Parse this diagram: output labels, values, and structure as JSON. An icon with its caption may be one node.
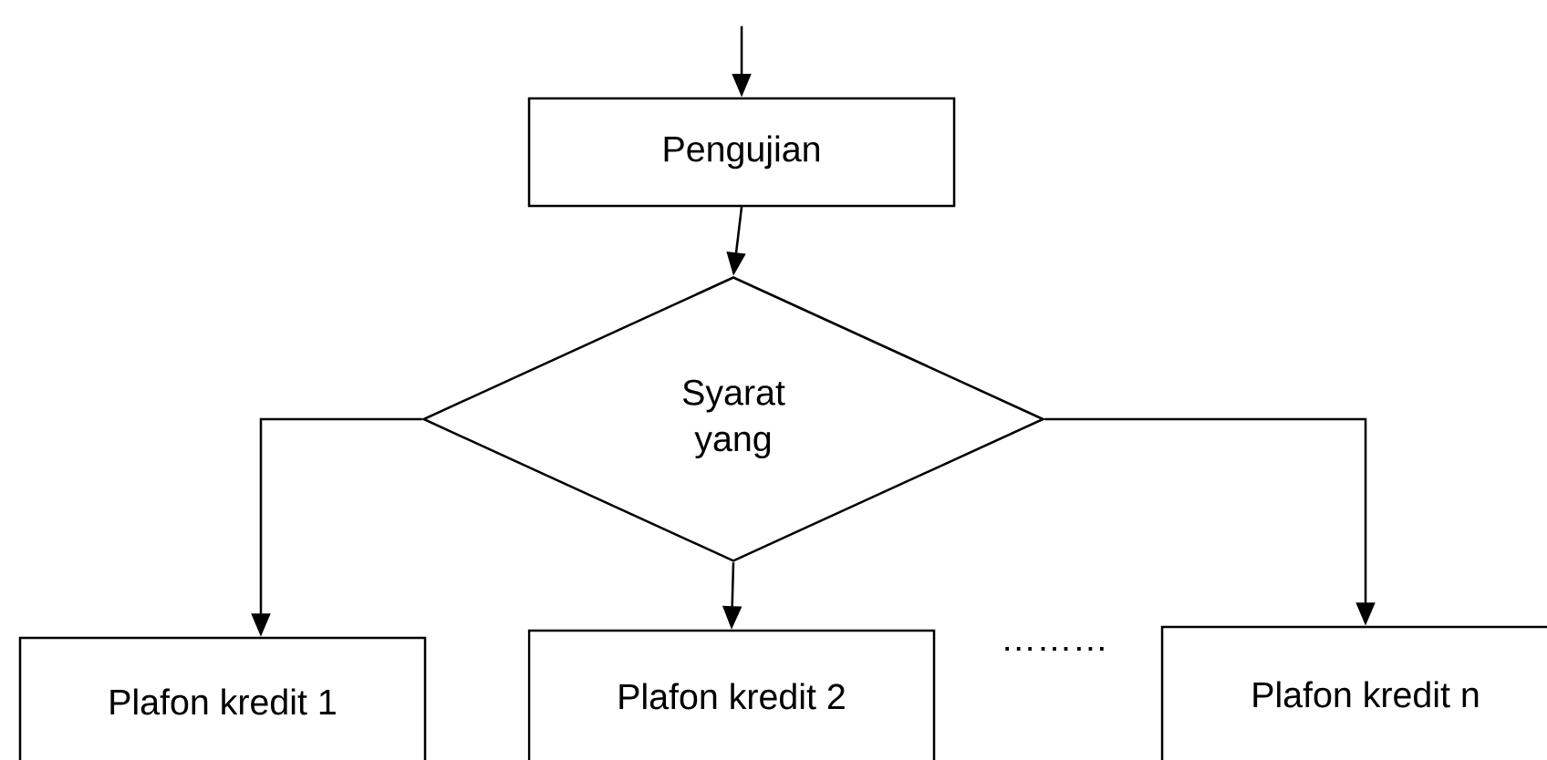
{
  "diagram": {
    "nodes": [
      {
        "text": [
          "Pengujian"
        ]
      },
      {
        "text": [
          "Syarat yang"
        ]
      },
      {
        "text": [
          "Plafon kredit 1"
        ]
      },
      {
        "text": [
          "Plafon kredit 2"
        ]
      },
      {
        "text": [
          "Plafon kredit n"
        ]
      }
    ],
    "edges": [
      {
        "from": null,
        "to": 0,
        "arrow": "to"
      },
      {
        "from": 0,
        "to": 1,
        "arrow": "to"
      },
      {
        "from": 1,
        "to": 2,
        "arrow": "to"
      },
      {
        "from": 1,
        "to": 3,
        "arrow": "to"
      },
      {
        "from": 1,
        "to": 4,
        "arrow": "to"
      }
    ],
    "labels": [
      "………"
    ]
  }
}
